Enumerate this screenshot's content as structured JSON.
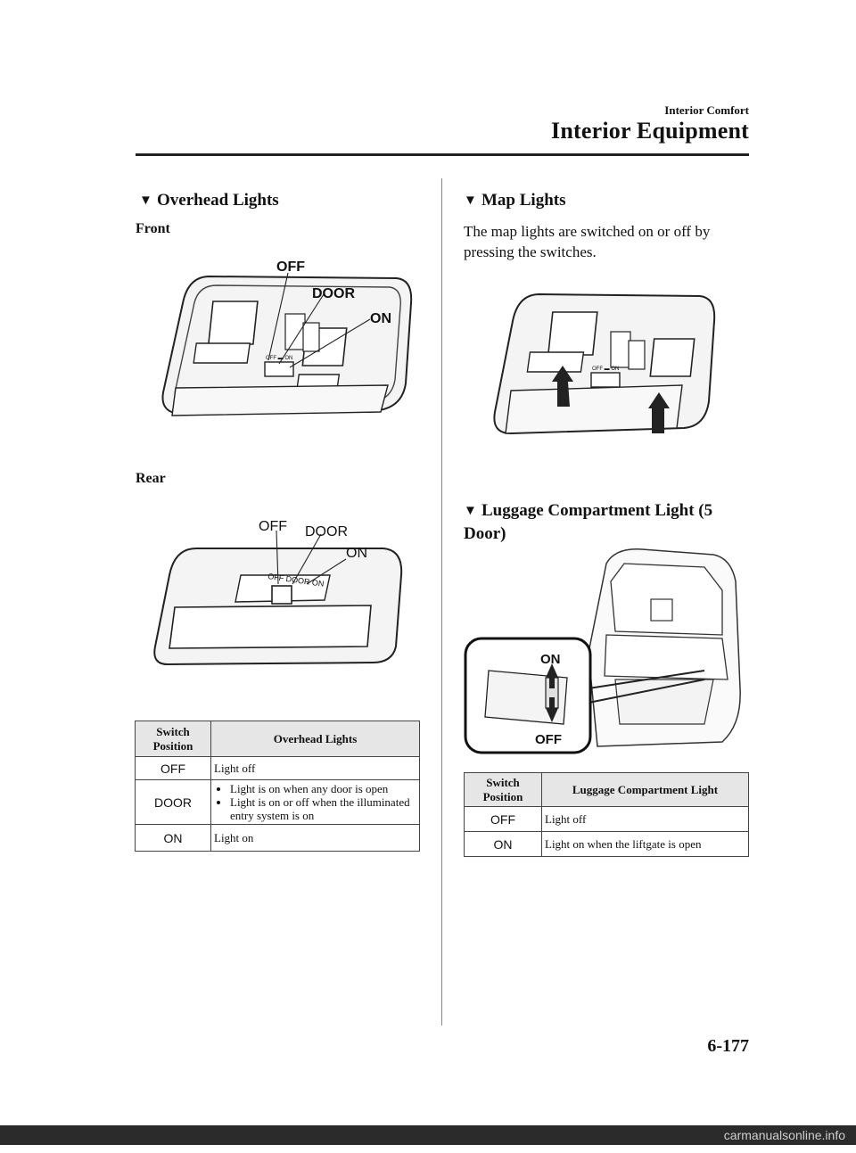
{
  "header": {
    "section": "Interior Comfort",
    "chapter": "Interior Equipment"
  },
  "overhead": {
    "title": "Overhead Lights",
    "front_label": "Front",
    "rear_label": "Rear",
    "front_fig": {
      "off": "OFF",
      "door": "DOOR",
      "on": "ON"
    },
    "rear_fig": {
      "off": "OFF",
      "door": "DOOR",
      "on": "ON",
      "strip": "OFF DOOR ON"
    },
    "table": {
      "col1": "Switch Position",
      "col2": "Overhead Lights",
      "rows": [
        {
          "pos": "OFF",
          "desc": "Light off"
        },
        {
          "pos": "DOOR",
          "bullets": [
            "Light is on when any door is open",
            "Light is on or off when the illuminated entry system is on"
          ]
        },
        {
          "pos": "ON",
          "desc": "Light on"
        }
      ]
    }
  },
  "map": {
    "title": "Map Lights",
    "text": "The map lights are switched on or off by pressing the switches."
  },
  "luggage": {
    "title": "Luggage Compartment Light (5 Door)",
    "fig": {
      "on": "ON",
      "off": "OFF"
    },
    "table": {
      "col1": "Switch Position",
      "col2": "Luggage Compartment Light",
      "rows": [
        {
          "pos": "OFF",
          "desc": "Light off"
        },
        {
          "pos": "ON",
          "desc": "Light on when the liftgate is open"
        }
      ]
    }
  },
  "page_number": "6-177",
  "footer": "carmanualsonline.info"
}
